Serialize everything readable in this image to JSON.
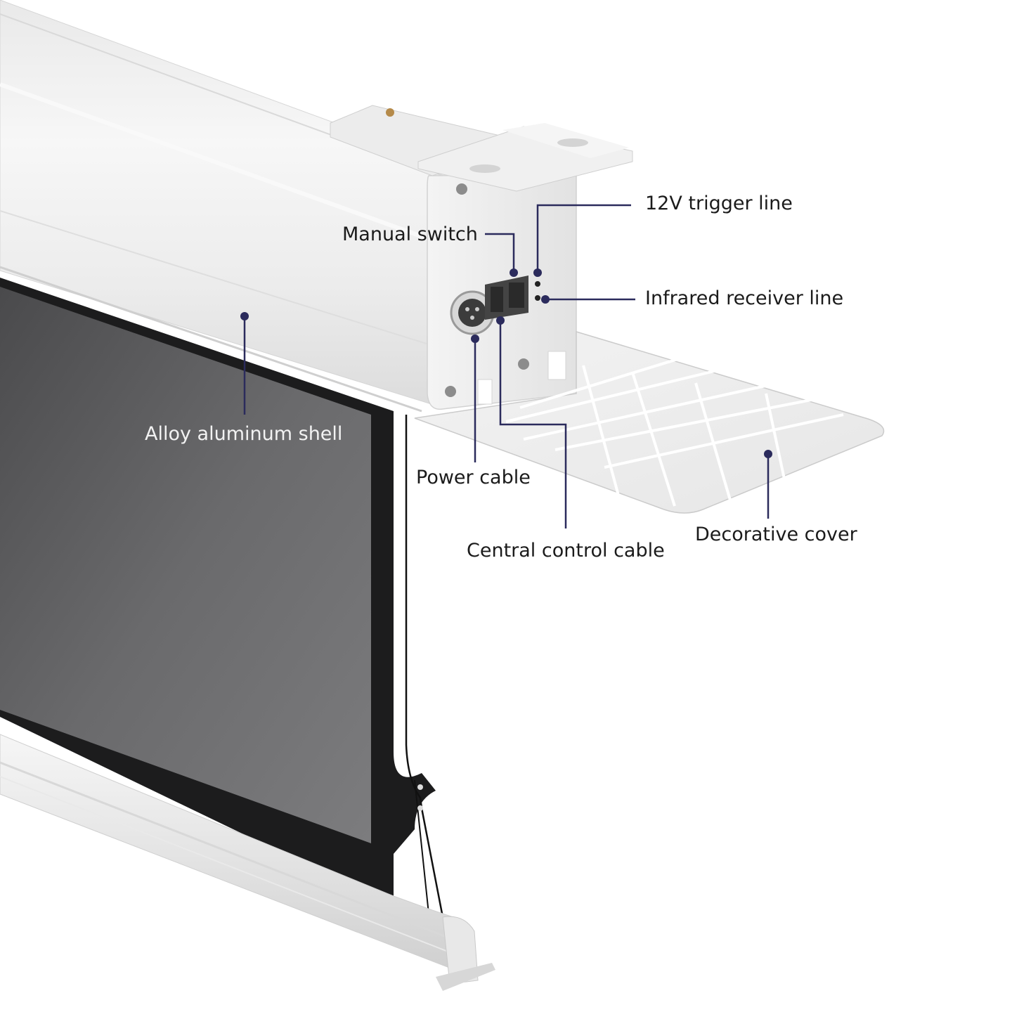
{
  "colors": {
    "callout": "#2b2b5c",
    "label_text": "#1b1b1b",
    "label_on_screen": "#f2f2f2",
    "background": "#ffffff"
  },
  "callouts": {
    "trigger_12v": "12V trigger line",
    "manual_switch": "Manual switch",
    "infrared_receiver": "Infrared receiver line",
    "alloy_shell": "Alloy aluminum shell",
    "power_cable": "Power cable",
    "central_control": "Central control cable",
    "decorative_cover": "Decorative cover"
  }
}
